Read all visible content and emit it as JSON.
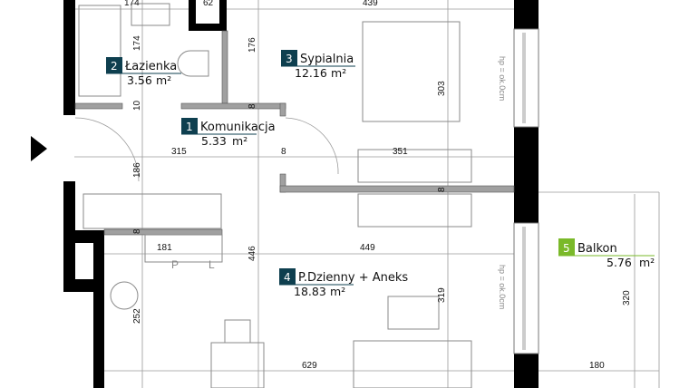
{
  "colors": {
    "room_badge": "#0e3f4f",
    "balcony_badge": "#7ab929",
    "wall": "#000000",
    "partition": "#9e9e9e"
  },
  "rooms": [
    {
      "number": "1",
      "name": "Komunikacja",
      "area": "5.33",
      "unit": "m²"
    },
    {
      "number": "2",
      "name": "Łazienka",
      "area": "3.56",
      "unit": "m²"
    },
    {
      "number": "3",
      "name": "Sypialnia",
      "area": "12.16",
      "unit": "m²"
    },
    {
      "number": "4",
      "name": "P.Dzienny + Aneks",
      "area": "18.83",
      "unit": "m²"
    },
    {
      "number": "5",
      "name": "Balkon",
      "area": "5.76",
      "unit": "m²"
    }
  ],
  "dimensions": [
    "174",
    "62",
    "439",
    "174",
    "176",
    "303",
    "10",
    "8",
    "315",
    "8",
    "351",
    "186",
    "8",
    "8",
    "181",
    "446",
    "449",
    "319",
    "252",
    "629",
    "320",
    "180"
  ],
  "window_notes": [
    "hp = ok.0cm",
    "hp = ok.0cm"
  ],
  "appliance_labels": {
    "fridge_p": "P",
    "fridge_l": "L"
  },
  "icons": {
    "entrance": "entrance-arrow-icon"
  }
}
